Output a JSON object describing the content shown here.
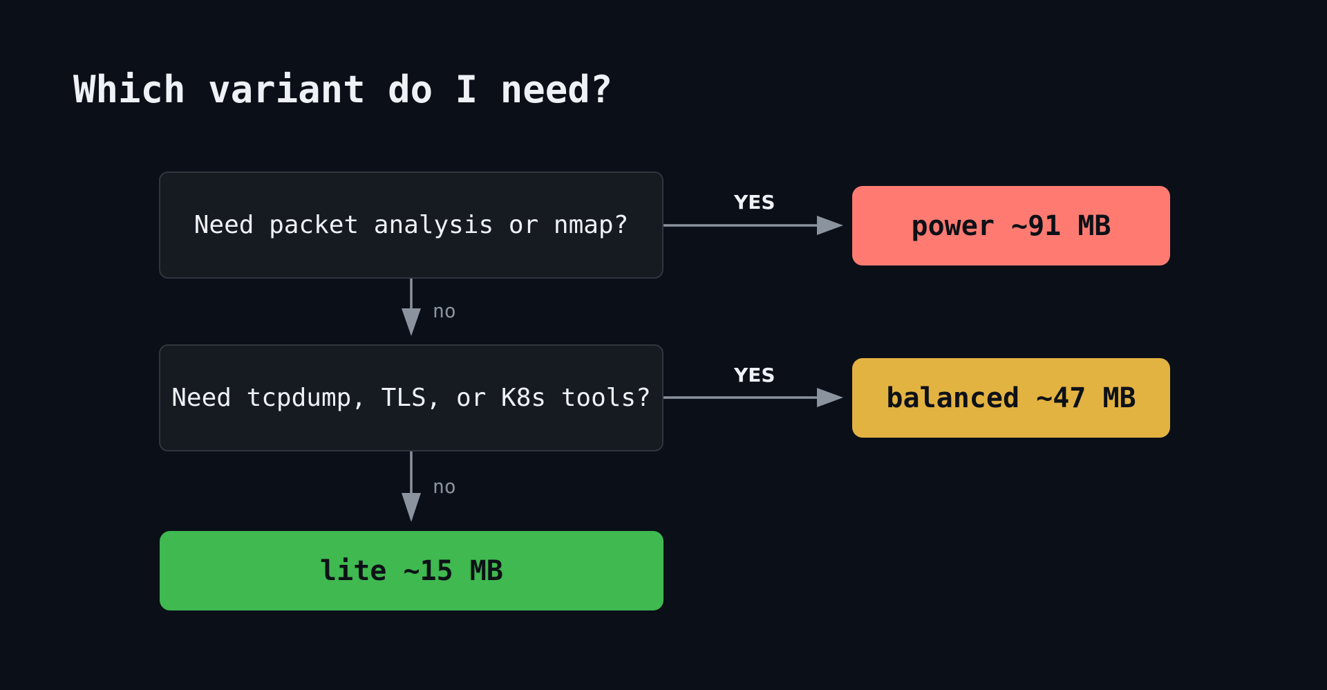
{
  "title": "Which variant do I need?",
  "questions": [
    {
      "text": "Need packet analysis or nmap?"
    },
    {
      "text": "Need tcpdump, TLS, or K8s tools?"
    }
  ],
  "outcomes": {
    "power": {
      "label": "power ~91 MB",
      "color": "#ff7b72"
    },
    "balanced": {
      "label": "balanced ~47 MB",
      "color": "#e3b341"
    },
    "lite": {
      "label": "lite ~15 MB",
      "color": "#3fb950"
    }
  },
  "edges": {
    "yes_label": "YES",
    "no_label": "no"
  },
  "colors": {
    "background": "#0b0f18",
    "question_fill": "#161b22",
    "question_border": "#30363d",
    "connector": "#8b949e"
  }
}
